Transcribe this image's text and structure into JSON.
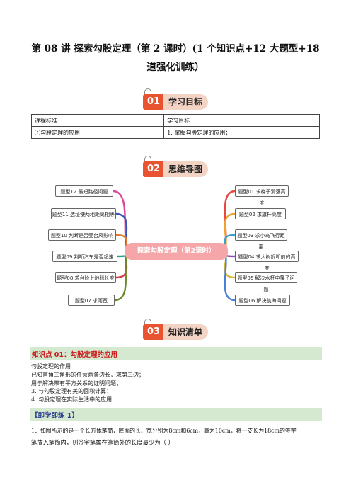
{
  "title_line1": "第 08 讲  探索勾股定理（第 2 课时）(1 个知识点+12 大题型+18",
  "title_line2": "道强化训练）",
  "sections": [
    {
      "num": "01",
      "label": "学习目标"
    },
    {
      "num": "02",
      "label": "思维导图"
    },
    {
      "num": "03",
      "label": "知识清单"
    }
  ],
  "goals_table": {
    "headers": [
      "课程标准",
      "学习目标"
    ],
    "row": [
      "①勾股定理的应用",
      "1. 掌握勾股定理的应用；"
    ]
  },
  "mindmap": {
    "center": "探索勾股定理（第2课时）",
    "left": [
      "题型12  最短路径问题",
      "题型11  选址使两地距离相等",
      "题型10  判断是否受台风影响",
      "题型09  判断汽车是否超速",
      "题型08  求台阶上地毯长度",
      "题型07  求河宽"
    ],
    "right": [
      "题型01  求梯子滑落高度",
      "题型02  求旗杆高度",
      "题型03  求小鸟飞行距离",
      "题型04  求大树折断前的高度",
      "题型05  解决水杯中筷子问题",
      "题型06  解决航海问题"
    ],
    "colors": {
      "center": "#f4a6a8",
      "left": [
        "#d94a9a",
        "#3d55b8",
        "#e07a2f",
        "#2f9c86",
        "#cf3e4a",
        "#6a8a2a"
      ],
      "right": [
        "#e6493f",
        "#f0a22e",
        "#3aa0c8",
        "#8a4fb0",
        "#d4b43a",
        "#4a7fd4"
      ]
    }
  },
  "knowledge": {
    "title": "知识点 01：勾股定理的应用",
    "lines": [
      "勾股定理的作用",
      "已知直角三角形的任意两条边长，求第三边；",
      "用于解决带有平方关系的证明问题；",
      "3.   与勾股定理有关的面积计算；",
      "4. 勾股定理在实际生活中的应用."
    ]
  },
  "practice": {
    "title": "【即学即练 1】",
    "question_line1": "1．如图所示的是一个长方体笔筒，底面的长、宽分别为8cm和6cm，高为10cm，将一支长为18cm的签字",
    "question_line2": "笔放入笔筒内，则签字笔露在笔筒外的长度最少为（      ）"
  }
}
